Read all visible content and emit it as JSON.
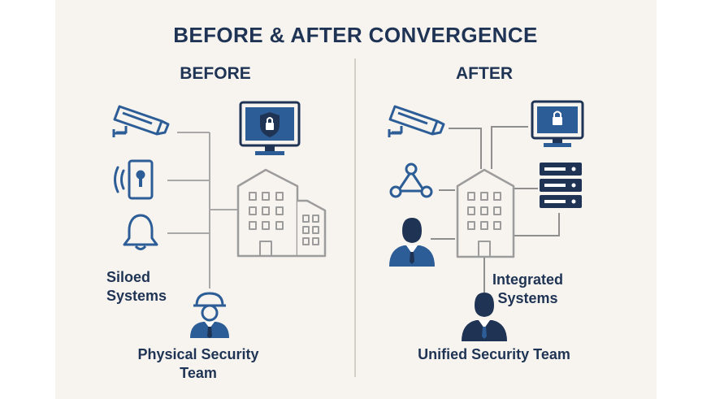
{
  "title": "BEFORE & AFTER CONVERGENCE",
  "before": {
    "heading": "BEFORE",
    "systems_label_line1": "Siloed",
    "systems_label_line2": "Systems",
    "team_label_line1": "Physical Security",
    "team_label_line2": "Team",
    "icons": [
      "camera-icon",
      "access-reader-icon",
      "alarm-bell-icon",
      "monitor-lock-icon",
      "building-icon",
      "security-guard-icon"
    ]
  },
  "after": {
    "heading": "AFTER",
    "systems_label_line1": "Integrated",
    "systems_label_line2": "Systems",
    "team_label": "Unified Security Team",
    "icons": [
      "camera-icon",
      "network-nodes-icon",
      "user-icon",
      "monitor-lock-icon",
      "server-icon",
      "building-icon",
      "security-team-member-icon"
    ]
  },
  "colors": {
    "navy": "#1f3454",
    "blue": "#2c5d96",
    "gray": "#a6a6a6",
    "background": "#f7f4ef"
  }
}
